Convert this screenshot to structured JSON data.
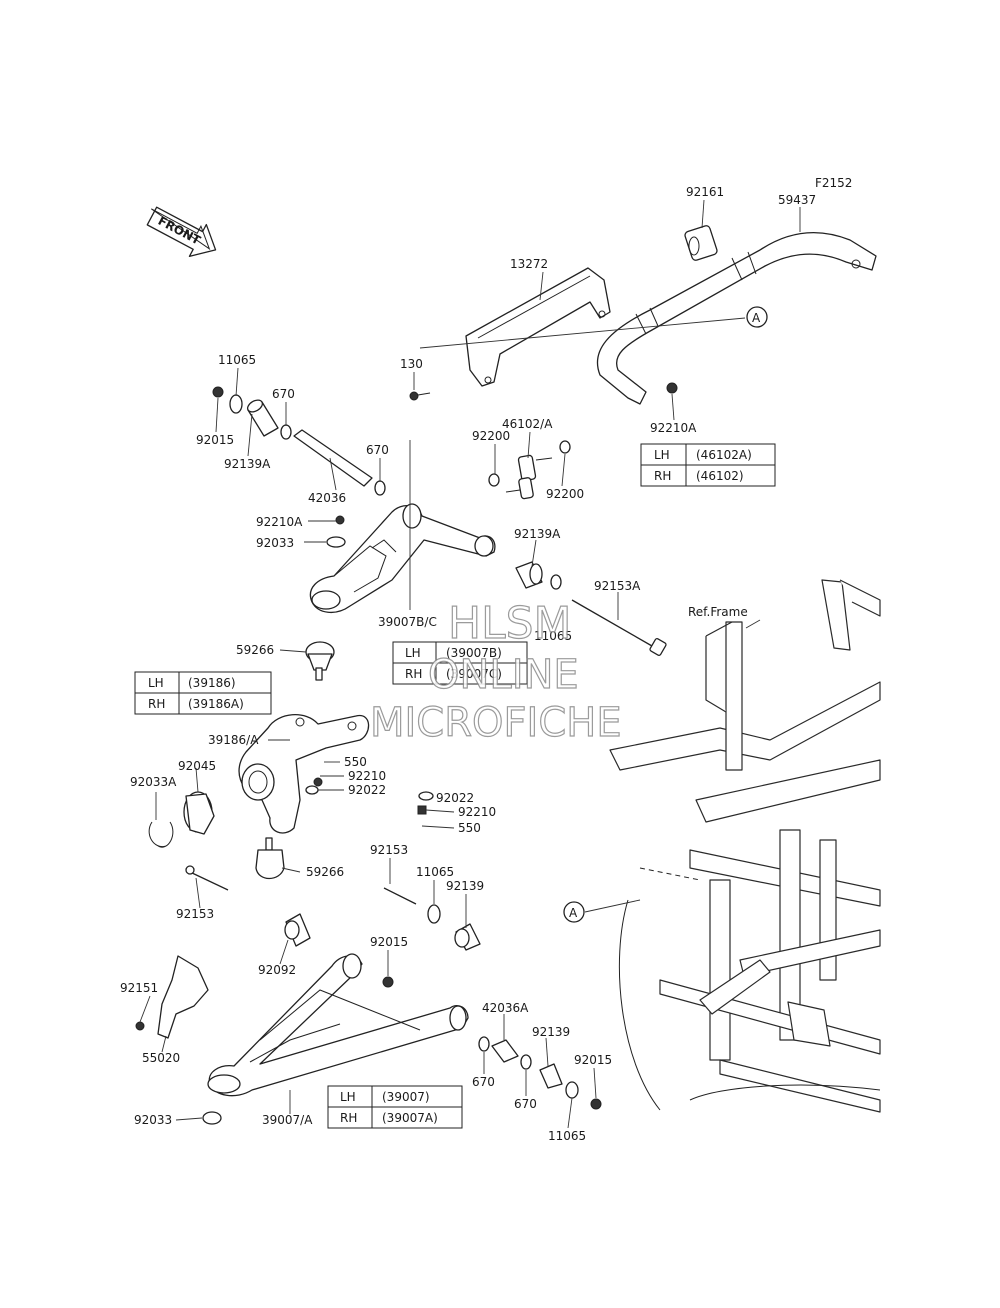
{
  "figure_code": "F2152",
  "front_arrow_label": "FRONT",
  "ref_frame_label": "Ref.Frame",
  "callout_marker": "A",
  "watermark": {
    "line1": "HLSM",
    "line2": "ONLINE",
    "line3": "MICROFICHE"
  },
  "labels": {
    "p92161": "92161",
    "p59437": "59437",
    "p13272": "13272",
    "p130": "130",
    "p46102A": "46102/A",
    "p92200a": "92200",
    "p92200b": "92200",
    "p92210A_top": "92210A",
    "p11065a": "11065",
    "p92015a": "92015",
    "p670a": "670",
    "p92139Aa": "92139A",
    "p670b": "670",
    "p42036": "42036",
    "p92210A_left": "92210A",
    "p92033a": "92033",
    "p92139Ab": "92139A",
    "p92153A": "92153A",
    "p39007BC": "39007B/C",
    "p11065b": "11065",
    "p59266a": "59266",
    "p39186A": "39186/A",
    "p550a": "550",
    "p92210a": "92210",
    "p92022a": "92022",
    "p92022b": "92022",
    "p92210b": "92210",
    "p550b": "550",
    "p92045": "92045",
    "p92033A": "92033A",
    "p59266b": "59266",
    "p92153a": "92153",
    "p11065c": "11065",
    "p92139a": "92139",
    "p92153b": "92153",
    "p92092": "92092",
    "p92015b": "92015",
    "p92151": "92151",
    "p42036A": "42036A",
    "p92139b": "92139",
    "p92015c": "92015",
    "p670c": "670",
    "p670d": "670",
    "p55020": "55020",
    "p92033b": "92033",
    "p39007A": "39007/A",
    "p11065d": "11065"
  },
  "tables": {
    "stabilizer_link": {
      "rows": [
        {
          "side": "LH",
          "part": "(46102A)"
        },
        {
          "side": "RH",
          "part": "(46102)"
        }
      ]
    },
    "upper_arm": {
      "rows": [
        {
          "side": "LH",
          "part": "(39007B)"
        },
        {
          "side": "RH",
          "part": "(39007C)"
        }
      ]
    },
    "knuckle": {
      "rows": [
        {
          "side": "LH",
          "part": "(39186)"
        },
        {
          "side": "RH",
          "part": "(39186A)"
        }
      ]
    },
    "lower_arm": {
      "rows": [
        {
          "side": "LH",
          "part": "(39007)"
        },
        {
          "side": "RH",
          "part": "(39007A)"
        }
      ]
    }
  }
}
